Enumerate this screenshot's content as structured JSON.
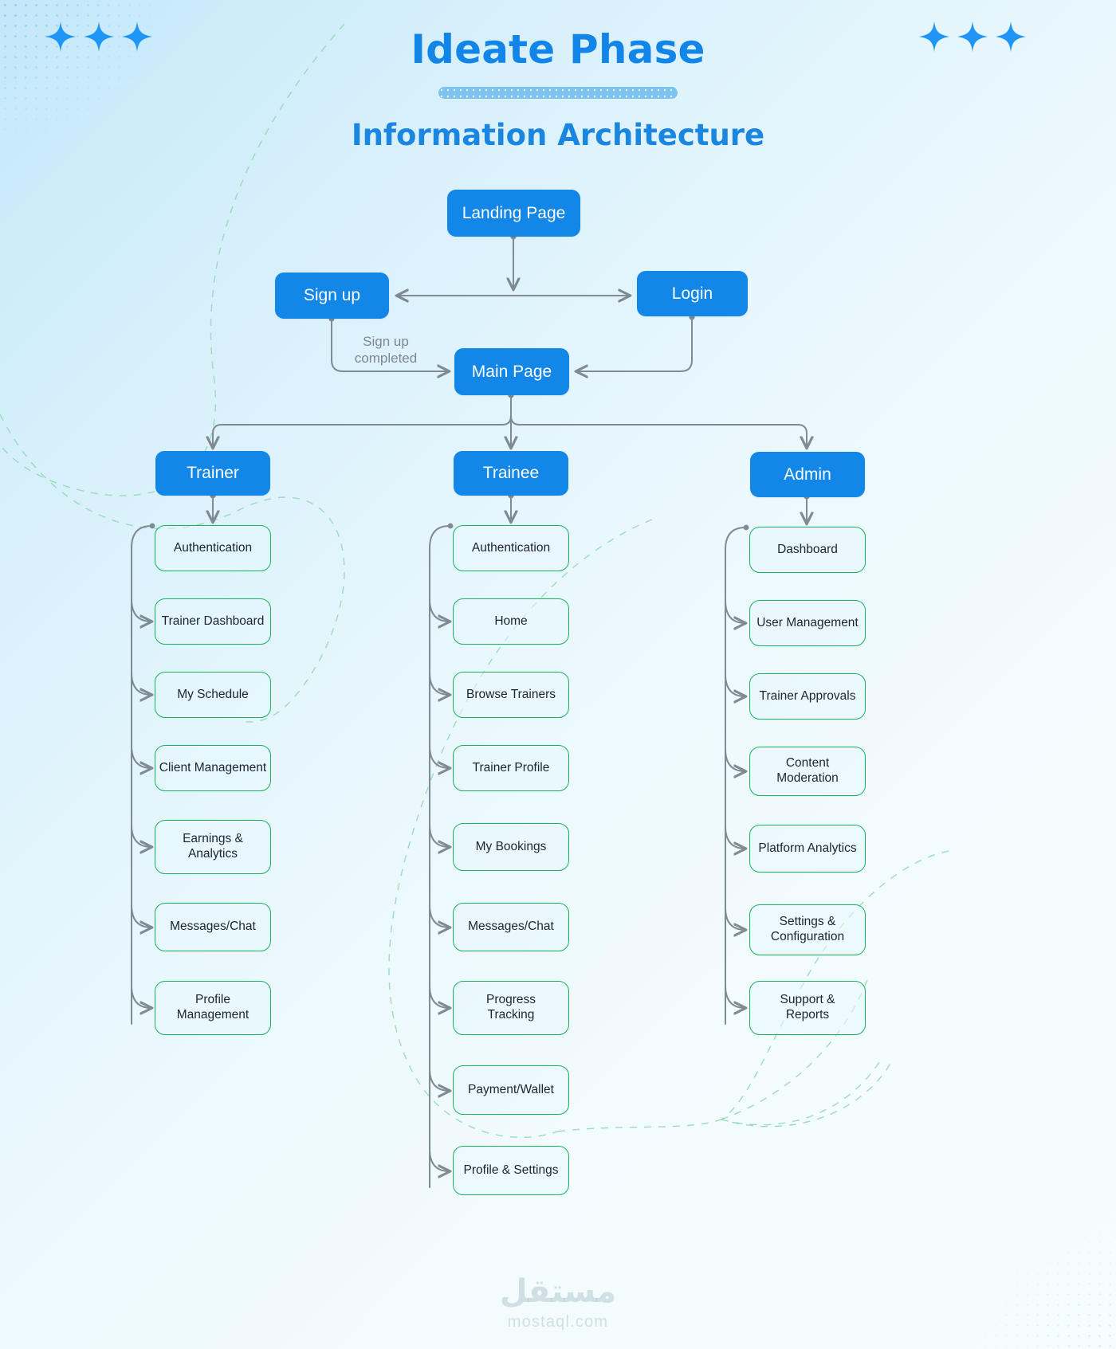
{
  "header": {
    "title": "Ideate Phase",
    "subtitle": "Information Architecture"
  },
  "decor": {
    "sparkle_count_left": 3,
    "sparkle_count_right": 3,
    "accent_blue": "#1287e8",
    "node_green": "#16b45c",
    "arrow_gray": "#808a93",
    "dashed_green": "#86d6a8"
  },
  "flow": {
    "landing": "Landing Page",
    "signup": "Sign up",
    "login": "Login",
    "main": "Main Page",
    "signup_completed_label": "Sign up\ncompleted",
    "signup_completed_line1": "Sign up",
    "signup_completed_line2": "completed"
  },
  "columns": [
    {
      "role": "Trainer",
      "children": [
        "Authentication",
        "Trainer Dashboard",
        "My Schedule",
        "Client Management",
        "Earnings &\nAnalytics",
        "Messages/Chat",
        "Profile\nManagement"
      ]
    },
    {
      "role": "Trainee",
      "children": [
        "Authentication",
        "Home",
        "Browse Trainers",
        "Trainer Profile",
        "My Bookings",
        "Messages/Chat",
        "Progress\nTracking",
        "Payment/Wallet",
        "Profile & Settings"
      ]
    },
    {
      "role": "Admin",
      "children": [
        "Dashboard",
        "User Management",
        "Trainer Approvals",
        "Content\nModeration",
        "Platform Analytics",
        "Settings &\nConfiguration",
        "Support &\nReports"
      ]
    }
  ],
  "watermark": {
    "mark": "مستقل",
    "sub": "mostaql.com"
  }
}
